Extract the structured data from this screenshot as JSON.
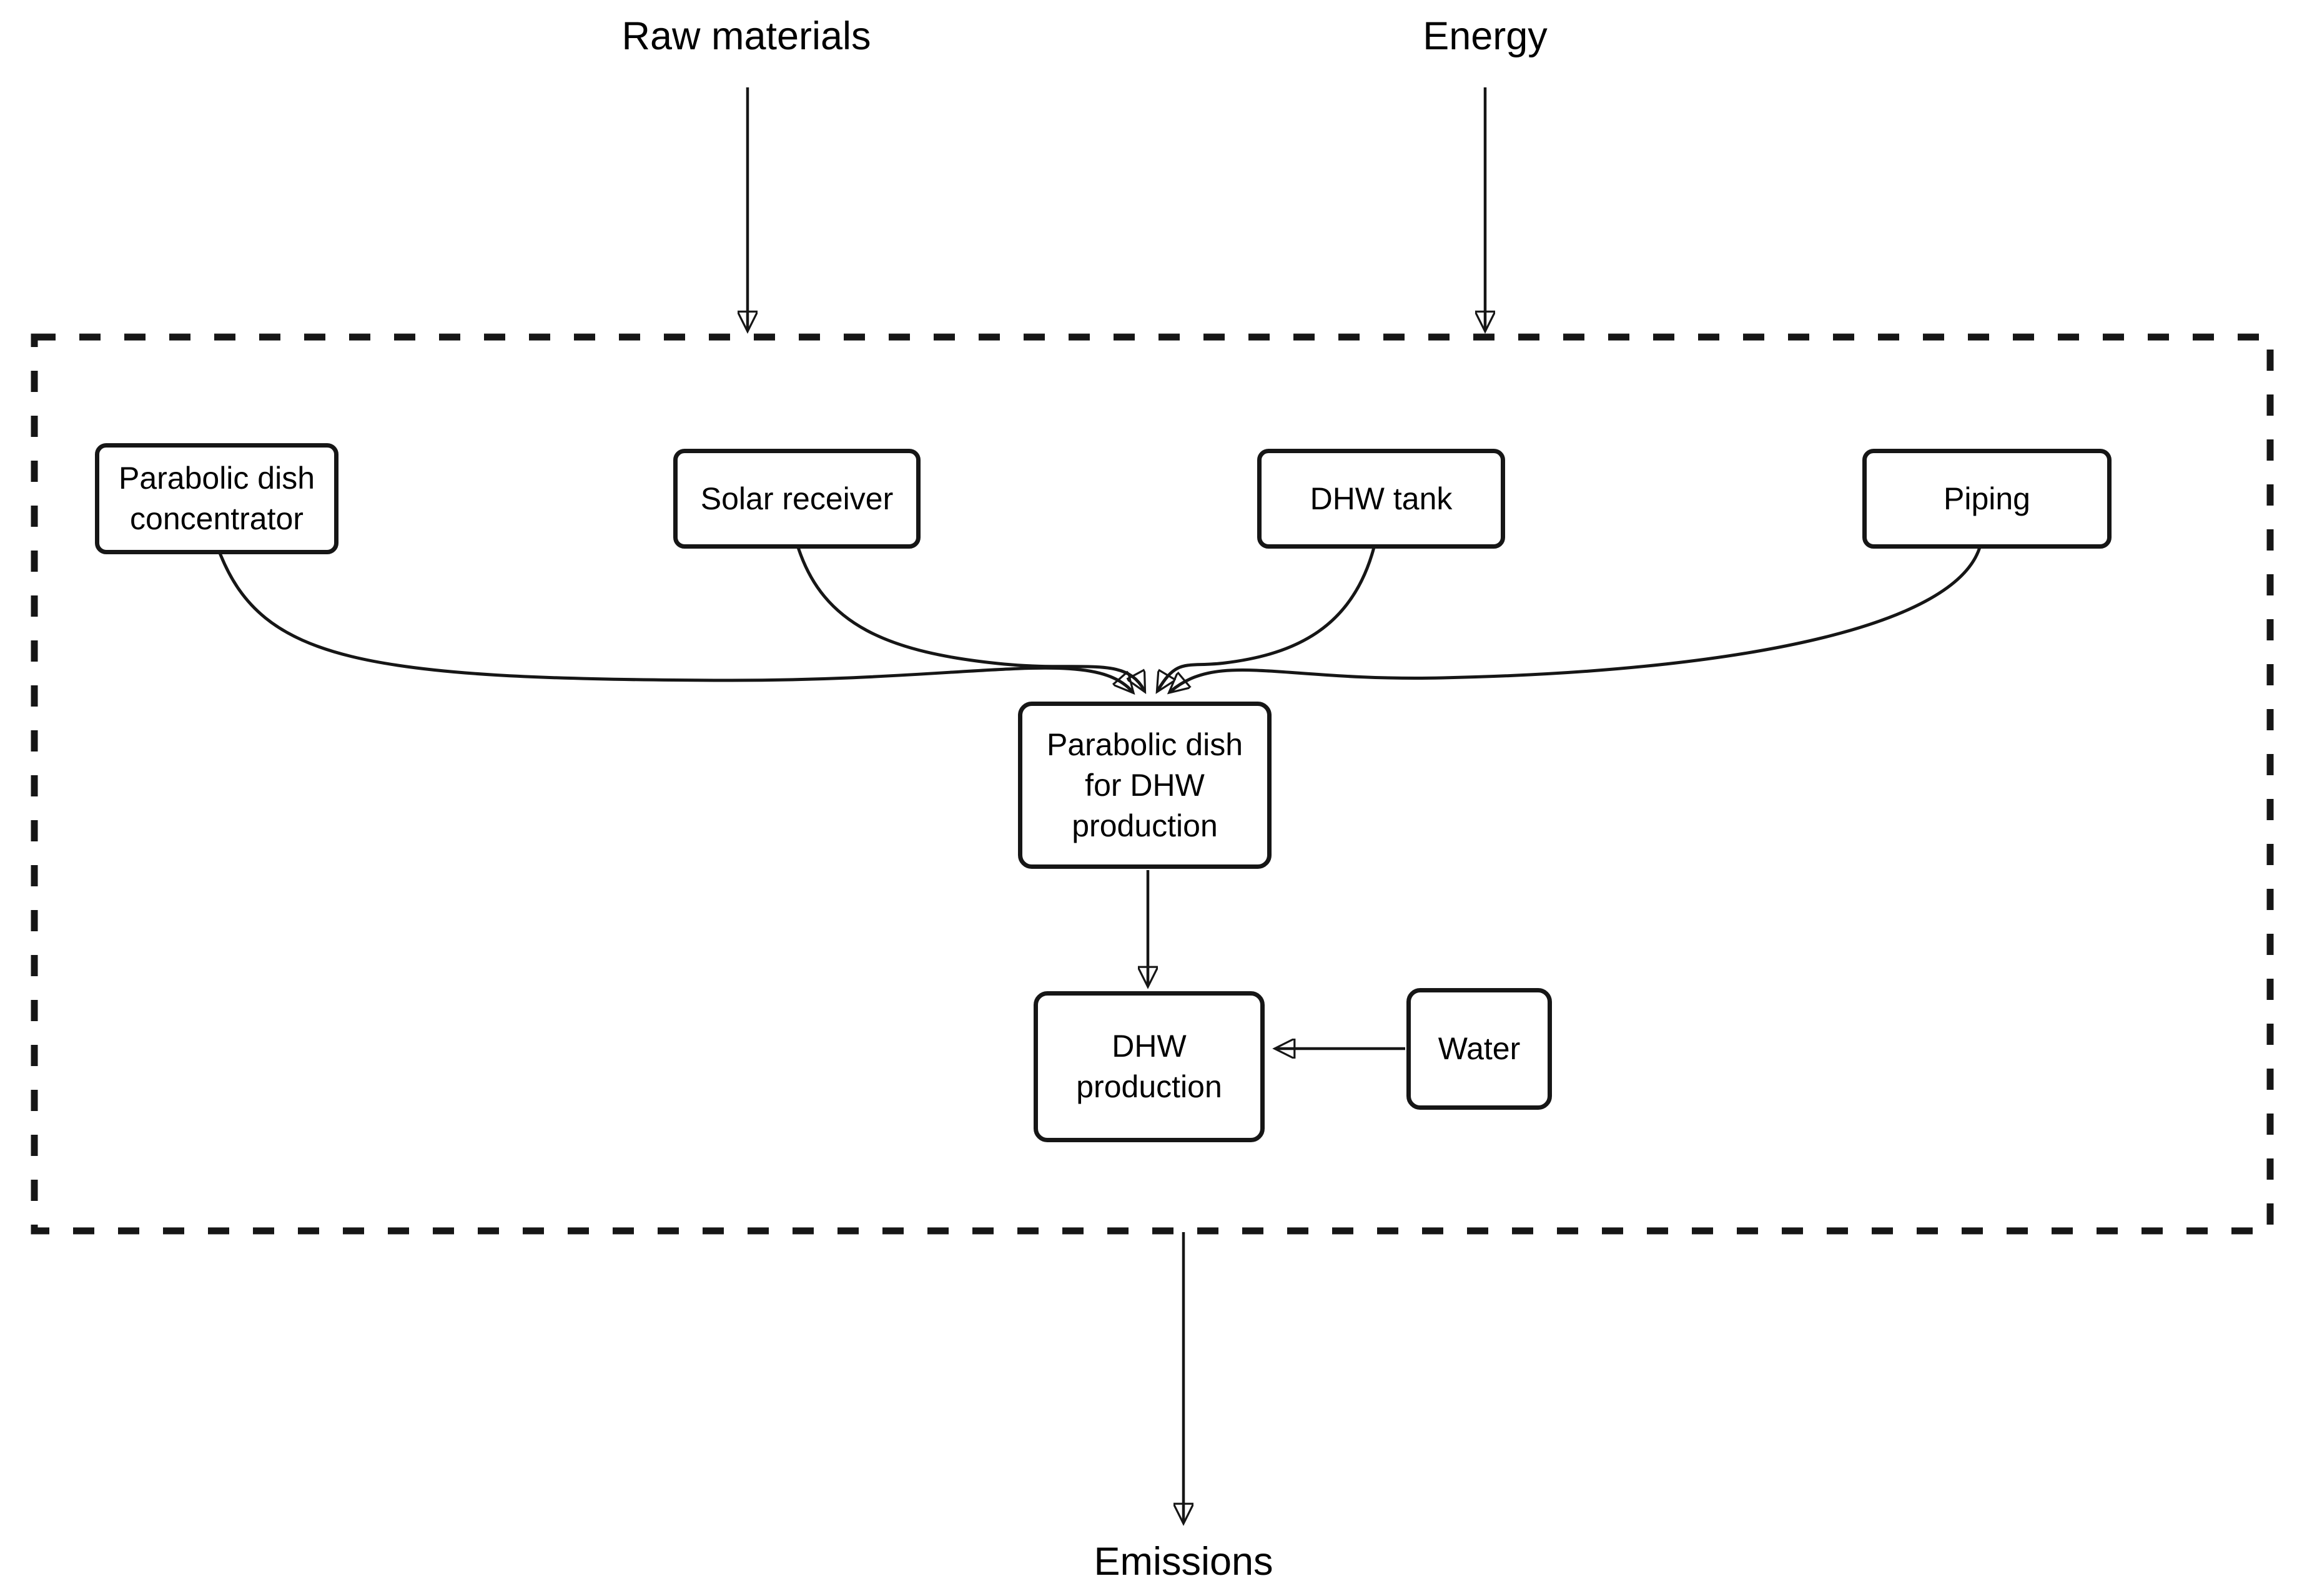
{
  "diagram_type": "system-boundary flowchart",
  "colors": {
    "ink": "#161616",
    "background": "#ffffff",
    "text": "#000000"
  },
  "external_labels": {
    "raw_materials": "Raw materials",
    "energy": "Energy",
    "emissions": "Emissions"
  },
  "nodes": {
    "concentrator": {
      "label": "Parabolic dish\nconcentrator"
    },
    "solar_receiver": {
      "label": "Solar receiver"
    },
    "dhw_tank": {
      "label": "DHW tank"
    },
    "piping": {
      "label": "Piping"
    },
    "dish_system": {
      "label": "Parabolic dish\nfor DHW\nproduction"
    },
    "dhw_production": {
      "label": "DHW\nproduction"
    },
    "water": {
      "label": "Water"
    }
  },
  "edges": [
    {
      "from": "Raw materials",
      "to": "system boundary"
    },
    {
      "from": "Energy",
      "to": "system boundary"
    },
    {
      "from": "Parabolic dish concentrator",
      "to": "Parabolic dish for DHW production"
    },
    {
      "from": "Solar receiver",
      "to": "Parabolic dish for DHW production"
    },
    {
      "from": "DHW tank",
      "to": "Parabolic dish for DHW production"
    },
    {
      "from": "Piping",
      "to": "Parabolic dish for DHW production"
    },
    {
      "from": "Parabolic dish for DHW production",
      "to": "DHW production"
    },
    {
      "from": "Water",
      "to": "DHW production"
    },
    {
      "from": "system boundary",
      "to": "Emissions"
    }
  ],
  "boundary": {
    "style": "dashed"
  }
}
